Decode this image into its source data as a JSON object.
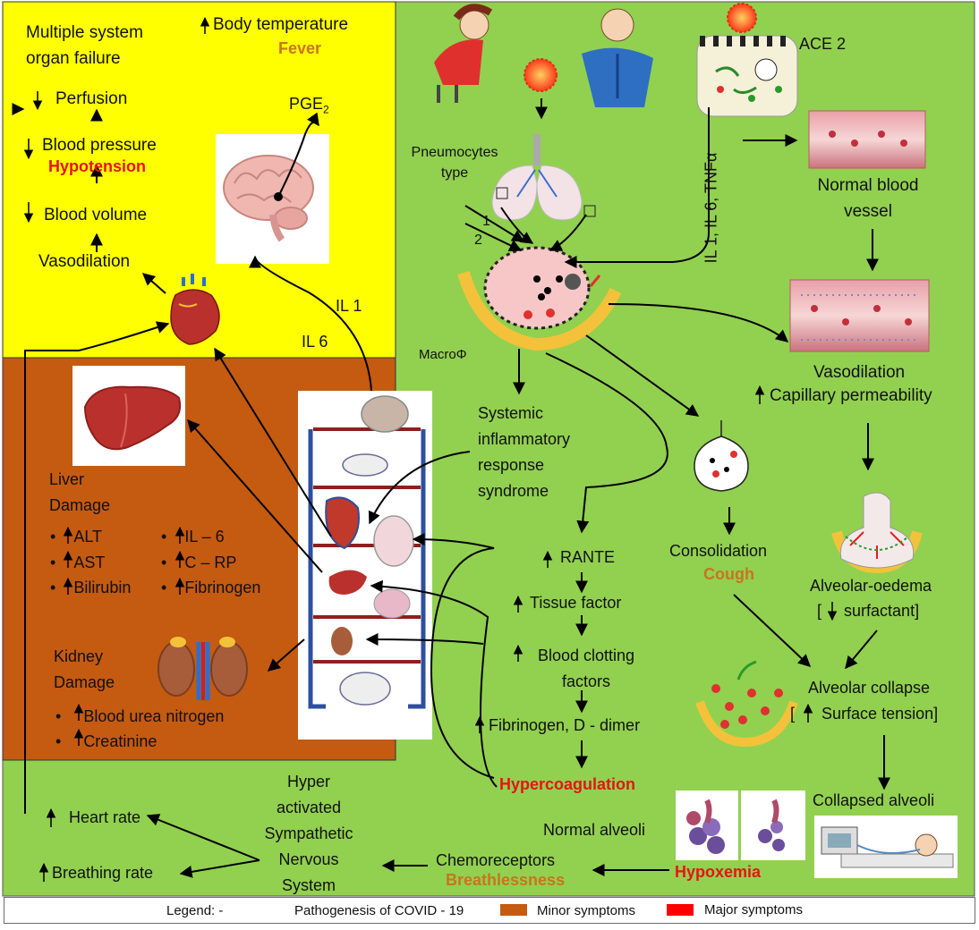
{
  "colors": {
    "green": "#92d050",
    "yellow": "#ffff00",
    "brown": "#c55a11",
    "red": "#ff0000",
    "arrow": "#000000",
    "text_minor": "#c8751c",
    "text_major": "#e41515"
  },
  "yellow_panel": {
    "organ_failure": [
      "Multiple system",
      "organ failure"
    ],
    "perfusion": "Perfusion",
    "blood_pressure": "Blood pressure",
    "hypotension": "Hypotension",
    "blood_volume": "Blood volume",
    "vasodilation": "Vasodilation",
    "body_temperature": "Body temperature",
    "fever": "Fever",
    "pge": "PGE",
    "pge_sub": "2",
    "il1": "IL 1",
    "il6": "IL 6"
  },
  "brown_panel": {
    "liver_title": [
      "Liver",
      "Damage"
    ],
    "liver_markers_left": [
      "ALT",
      "AST",
      "Bilirubin"
    ],
    "liver_markers_right": [
      "IL – 6",
      "C – RP",
      "Fibrinogen"
    ],
    "kidney_title": [
      "Kidney",
      "Damage"
    ],
    "kidney_markers": [
      "Blood urea nitrogen",
      "Creatinine"
    ]
  },
  "green_panel": {
    "ace2": "ACE 2",
    "pneumocytes": [
      "Pneumocytes",
      "type"
    ],
    "type1": "1",
    "type2": "2",
    "macrophage": "MacroΦ",
    "cytokines": "IL 1, IL 6, TNFα",
    "normal_vessel": [
      "Normal blood",
      "vessel"
    ],
    "vasodilation": "Vasodilation",
    "capillary": "Capillary permeability",
    "sirs": [
      "Systemic",
      "inflammatory",
      "response",
      "syndrome"
    ],
    "consolidation": "Consolidation",
    "cough": "Cough",
    "oedema": "Alveolar-oedema",
    "surfactant_open": "[",
    "surfactant": "surfactant]",
    "rante": "RANTE",
    "tissue_factor": "Tissue factor",
    "clotting": [
      "Blood clotting",
      "factors"
    ],
    "fibrinogen": "Fibrinogen, D - dimer",
    "hypercoagulation": "Hypercoagulation",
    "alveolar_collapse": "Alveolar collapse",
    "surface_tension_open": "[",
    "surface_tension": "Surface tension]",
    "collapsed_alveoli": "Collapsed alveoli",
    "normal_alveoli": "Normal alveoli",
    "hypoxemia": "Hypoxemia",
    "chemoreceptors": "Chemoreceptors",
    "breathlessness": "Breathlessness",
    "sympathetic": [
      "Hyper",
      "activated",
      "Sympathetic",
      "Nervous",
      "System"
    ],
    "heart_rate": "Heart rate",
    "breathing_rate": "Breathing rate"
  },
  "legend": {
    "label": "Legend: -",
    "arrow_text": "Pathogenesis of COVID - 19",
    "minor": "Minor symptoms",
    "major": "Major symptoms"
  }
}
